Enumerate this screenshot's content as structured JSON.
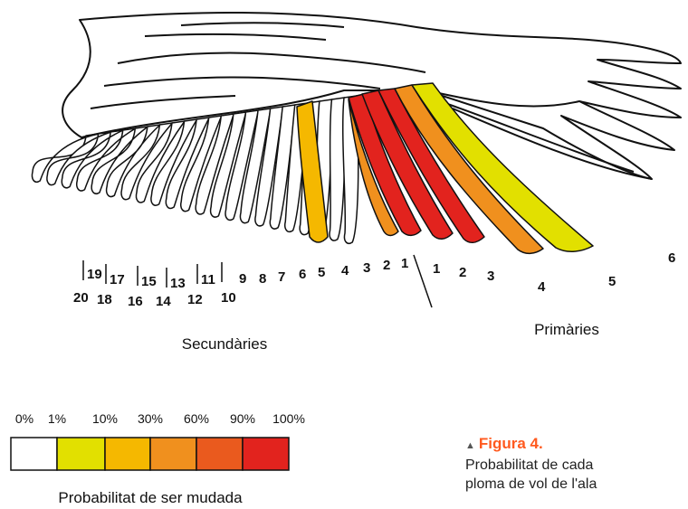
{
  "primaries": {
    "caption": "Primàries",
    "labels": [
      "1",
      "2",
      "3",
      "4",
      "5",
      "6"
    ]
  },
  "secondaries": {
    "caption": "Secundàries",
    "labels_top": [
      "19",
      "17",
      "15",
      "13",
      "11",
      "9",
      "8",
      "7",
      "6",
      "5",
      "4",
      "3",
      "2",
      "1"
    ],
    "labels_bottom": [
      "20",
      "18",
      "16",
      "14",
      "12",
      "10"
    ]
  },
  "legend": {
    "title": "Probabilitat de ser mudada",
    "ticks": [
      "0%",
      "1%",
      "10%",
      "30%",
      "60%",
      "90%",
      "100%"
    ],
    "colors": [
      "#ffffff",
      "#e2e000",
      "#f5b800",
      "#f0901e",
      "#ea5a1e",
      "#e2231e"
    ]
  },
  "figure": {
    "title": "Figura 4.",
    "text_lines": [
      "Probabilitat de cada",
      "ploma de vol de l'ala"
    ]
  }
}
